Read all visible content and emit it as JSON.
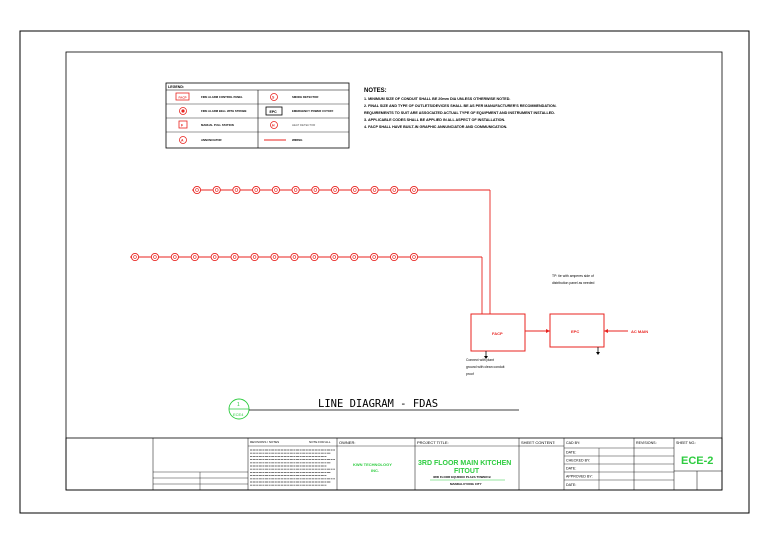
{
  "legend": {
    "title": "LEGEND:",
    "items": [
      {
        "symbol": "FACP",
        "label": "FIRE ALARM CONTROL PANEL",
        "symbol2": "smoke",
        "label2": "SMOKE DETECTOR"
      },
      {
        "symbol": "bell",
        "label": "FIRE ALARM BELL WITH STROBE",
        "symbol2": "EPC",
        "label2": "EMERGENCY POWER CUTOFF"
      },
      {
        "symbol": "pull",
        "label": "MANUAL PULL STATION",
        "symbol2": "heat",
        "label2": "HEAT DETECTOR"
      },
      {
        "symbol": "annun",
        "label": "ANNUNCIATOR",
        "symbol2": "wire",
        "label2": "WIRING"
      }
    ]
  },
  "notes": {
    "title": "NOTES:",
    "lines": [
      "1. MINIMUM SIZE OF CONDUIT SHALL BE 20mm DIA UNLESS OTHERWISE NOTED.",
      "2. FINAL SIZE AND TYPE OF OUTLETS/DEVICES SHALL BE AS PER MANUFACTURER'S RECOMMENDATION.",
      "   REQUIREMENTS TO SUIT ARE ASSOCIATED ACTUAL TYPE OF EQUIPMENT AND INSTRUMENT INSTALLED.",
      "3. APPLICABLE CODES SHALL BE APPLIED IN ALL ASPECT OF INSTALLATION.",
      "4. FACP SHALL HAVE BUILT-IN GRAPHIC ANNUNCIATOR AND COMMUNICATION."
    ]
  },
  "diagram": {
    "title": "LINE DIAGRAM - FDAS",
    "callout_top": "1",
    "callout_bottom": "ECE4",
    "row1_count": 12,
    "row2_count": 15,
    "facp_label": "FACP",
    "epc_label": "EPC",
    "ac_label": "AC MAIN",
    "note_tp_1": "TP: tie with amperes side of",
    "note_tp_2": "distribution panel as needed",
    "note_facp_1": "Connect with plant",
    "note_facp_2": "ground with clean conduit",
    "note_facp_3": "proof",
    "wire_color": "#e8231f",
    "callout_color": "#2ecc40"
  },
  "title_block": {
    "revisions_label": "REVISIONS / NOTES",
    "revisions_right": "NOTE FOR ALL",
    "owner_label": "OWNER:",
    "owner_value_1": "KWN TECHNOLOGY",
    "owner_value_2": "INC.",
    "project_label": "PROJECT TITLE:",
    "project_value_1": "3RD FLOOR MAIN KITCHEN",
    "project_value_2": "FITOUT",
    "project_addr_1": "3RD FLOOR EQUINOX PLAZA TOWER B",
    "project_addr_2": "MANDALUYONG CITY",
    "sheet_content_label": "SHEET CONTENT:",
    "cad_by_label": "CAD BY:",
    "date_label_1": "DATE:",
    "checked_label": "CHECKED BY:",
    "date_label_2": "DATE:",
    "approved_label": "APPROVED BY:",
    "date_label_3": "DATE:",
    "revisions_col": "REVISIONS:",
    "sheet_no_label": "SHEET NO.:",
    "sheet_no_value": "ECE-2",
    "accent_green": "#2ecc40"
  }
}
